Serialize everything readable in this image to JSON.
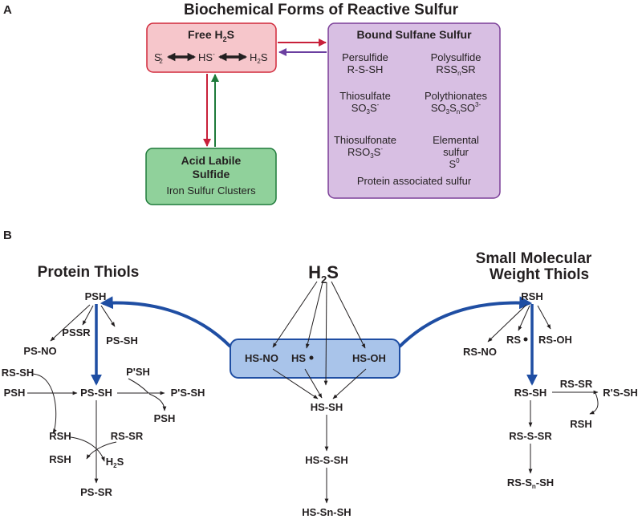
{
  "panel_a": {
    "label": "A",
    "title": "Biochemical Forms of Reactive Sulfur",
    "free_h2s": {
      "title_main": "Free H",
      "title_sub": "2",
      "title_end": "S",
      "s2_base": "S",
      "s2_sub": "2",
      "s2_sup": "-",
      "hs_base": "HS",
      "hs_sup": "-",
      "h2s_base": "H",
      "h2s_sub": "2",
      "h2s_end": "S",
      "fill": "#f6c6cb",
      "stroke": "#d1283a"
    },
    "bound_sulfane": {
      "title": "Bound Sulfane Sulfur",
      "persulfide_name": "Persulfide",
      "persulfide_formula": "R-S-SH",
      "polysulfide_name": "Polysulfide",
      "polysulfide_formula_a": "RSS",
      "polysulfide_formula_sub": "n",
      "polysulfide_formula_b": "SR",
      "thiosulfate_name": "Thiosulfate",
      "thiosulfate_a": "SO",
      "thiosulfate_sub": "3",
      "thiosulfate_b": "S",
      "thiosulfate_sup": "-",
      "polythionates_name": "Polythionates",
      "polythionates_a": "SO",
      "polythionates_sub1": "3",
      "polythionates_b": "S",
      "polythionates_sub2": "n",
      "polythionates_c": "SO",
      "polythionates_sup": "3-",
      "thiosulfonate_name": "Thiosulfonate",
      "thiosulfonate_a": "RSO",
      "thiosulfonate_sub": "3",
      "thiosulfonate_b": "S",
      "thiosulfonate_sup": "-",
      "elemental_line1": "Elemental",
      "elemental_line2": "sulfur",
      "elemental_s": "S",
      "elemental_sup": "0",
      "protein_assoc": "Protein associated sulfur",
      "fill": "#d8bfe3",
      "stroke": "#7b3f98"
    },
    "acid_labile": {
      "title_line1": "Acid Labile",
      "title_line2": "Sulfide",
      "subtitle": "Iron Sulfur Clusters",
      "fill": "#90d19b",
      "stroke": "#1e7a3a"
    },
    "arrow_colors": {
      "red": "#c8203a",
      "purple": "#6b3fa0",
      "green": "#1e7a3a"
    }
  },
  "panel_b": {
    "label": "B",
    "protein_thiols_heading": "Protein Thiols",
    "h2s_heading_a": "H",
    "h2s_heading_sub": "2",
    "h2s_heading_b": "S",
    "small_mol_line1": "Small Molecular",
    "small_mol_line2": "Weight  Thiols",
    "left": {
      "psh_top": "PSH",
      "pssr": "PSSR",
      "ps_sh_branch": "PS-SH",
      "ps_no": "PS-NO",
      "rs_sh": "RS-SH",
      "psh_left": "PSH",
      "ps_sh_center": "PS-SH",
      "p_sh": "P'SH",
      "p_s_sh": "P'S-SH",
      "psh_product": "PSH",
      "rsh_1": "RSH",
      "rs_sr": "RS-SR",
      "rsh_2": "RSH",
      "h2s_a": "H",
      "h2s_sub": "2",
      "h2s_b": "S",
      "ps_sr": "PS-SR"
    },
    "center": {
      "hs_no": "HS-NO",
      "hs_dot": "HS",
      "hs_oh": "HS-OH",
      "hs_sh": "HS-SH",
      "hs_s_sh": "HS-S-SH",
      "hs_sn_sh": "HS-Sn-SH",
      "box_fill": "#a9c4ea",
      "box_stroke": "#1f4ea3"
    },
    "right": {
      "rsh_top": "RSH",
      "rs_no": "RS-NO",
      "rs_dot": "RS",
      "rs_oh": "RS-OH",
      "rs_sh": "RS-SH",
      "rs_sr": "RS-SR",
      "r_s_sh": "R'S-SH",
      "rsh_product": "RSH",
      "rs_s_sr": "RS-S-SR",
      "rs_sn_sh_a": "RS-S",
      "rs_sn_sh_sub": "n",
      "rs_sn_sh_b": "-SH"
    },
    "blue": "#1f4ea3"
  }
}
